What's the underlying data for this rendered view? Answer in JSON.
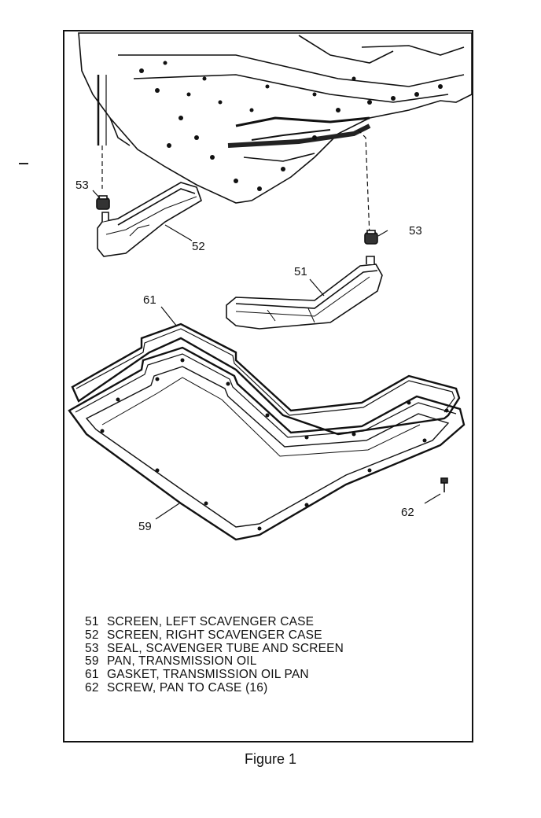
{
  "figure": {
    "caption": "Figure 1"
  },
  "callouts": {
    "c53_left": "53",
    "c53_right": "53",
    "c52": "52",
    "c51": "51",
    "c61": "61",
    "c59": "59",
    "c62": "62"
  },
  "legend": [
    {
      "num": "51",
      "text": "SCREEN, LEFT SCAVENGER CASE"
    },
    {
      "num": "52",
      "text": "SCREEN, RIGHT SCAVENGER CASE"
    },
    {
      "num": "53",
      "text": "SEAL, SCAVENGER TUBE AND SCREEN"
    },
    {
      "num": "59",
      "text": "PAN, TRANSMISSION OIL"
    },
    {
      "num": "61",
      "text": "GASKET, TRANSMISSION OIL PAN"
    },
    {
      "num": "62",
      "text": "SCREW, PAN TO CASE (16)"
    }
  ],
  "colors": {
    "ink": "#111111",
    "paper": "#ffffff"
  }
}
